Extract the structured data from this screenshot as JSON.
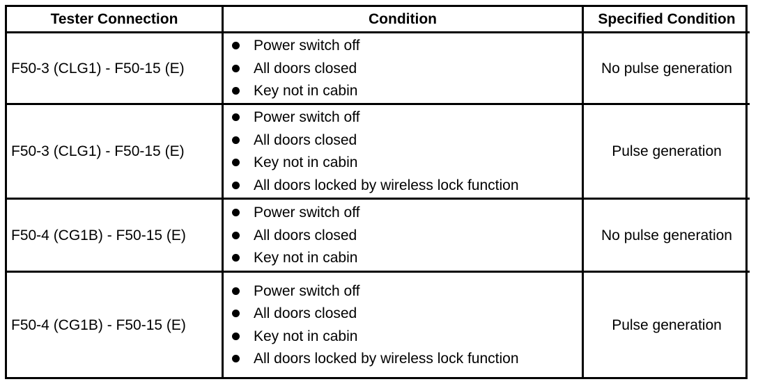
{
  "table": {
    "headers": [
      "Tester Connection",
      "Condition",
      "Specified Condition"
    ],
    "rows": [
      {
        "connection": "F50-3 (CLG1) - F50-15 (E)",
        "conditions": [
          "Power switch off",
          "All doors closed",
          "Key not in cabin"
        ],
        "specified": "No pulse generation"
      },
      {
        "connection": "F50-3 (CLG1) - F50-15 (E)",
        "conditions": [
          "Power switch off",
          "All doors closed",
          "Key not in cabin",
          "All doors locked by wireless lock function"
        ],
        "specified": "Pulse generation"
      },
      {
        "connection": "F50-4 (CG1B) - F50-15 (E)",
        "conditions": [
          "Power switch off",
          "All doors closed",
          "Key not in cabin"
        ],
        "specified": "No pulse generation"
      },
      {
        "connection": "F50-4 (CG1B) - F50-15 (E)",
        "conditions": [
          "Power switch off",
          "All doors closed",
          "Key not in cabin",
          "All doors locked by wireless lock function"
        ],
        "specified": "Pulse generation"
      }
    ]
  }
}
